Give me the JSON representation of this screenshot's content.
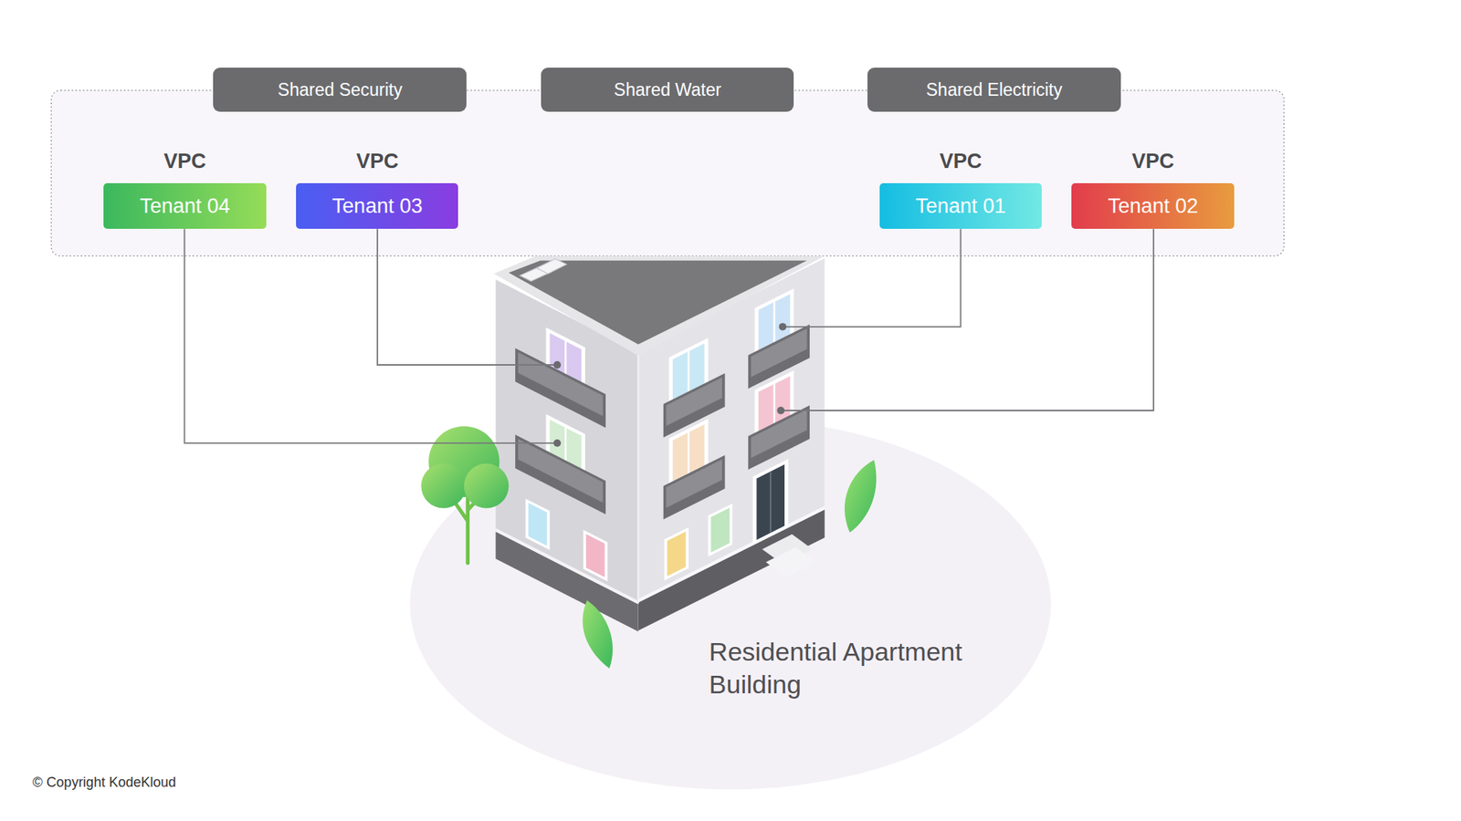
{
  "diagram": {
    "nodes": [
      {
        "text": [
          "Shared Security"
        ]
      },
      {
        "text": [
          "Shared Water"
        ]
      },
      {
        "text": [
          "Shared Electricity"
        ]
      },
      {
        "text": [
          "VPC",
          "Tenant 04"
        ]
      },
      {
        "text": [
          "VPC",
          "Tenant 03"
        ]
      },
      {
        "text": [
          "VPC",
          "Tenant 01"
        ]
      },
      {
        "text": [
          "VPC",
          "Tenant 02"
        ]
      }
    ],
    "labels": [
      "Residential Apartment Building",
      "© Copyright KodeKloud"
    ]
  }
}
